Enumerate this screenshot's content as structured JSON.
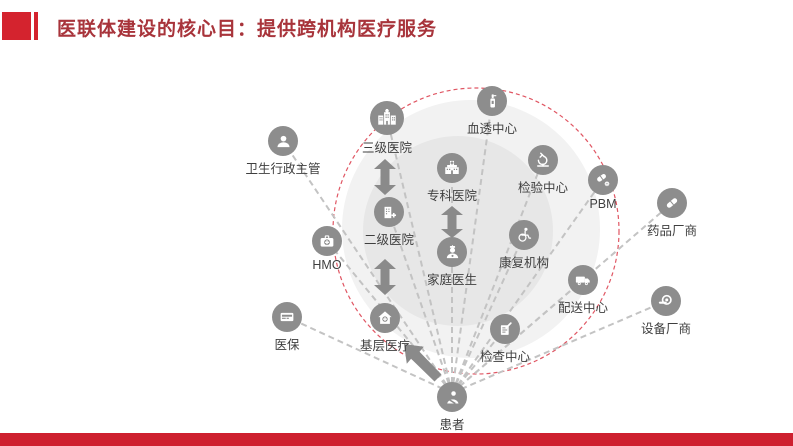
{
  "slide": {
    "title": "医联体建设的核心目：提供跨机构医疗服务",
    "accent_color": "#d4232e",
    "title_color": "#a8343b",
    "footer_bar_color": "#ce202f"
  },
  "diagram": {
    "nodes": [
      {
        "id": "health-admin",
        "label": "卫生行政主管",
        "icon": "person-icon"
      },
      {
        "id": "tertiary-hospital",
        "label": "三级医院",
        "icon": "hospital-buildings-icon"
      },
      {
        "id": "hemodialysis-center",
        "label": "血透中心",
        "icon": "iv-bottle-icon"
      },
      {
        "id": "specialty-hospital",
        "label": "专科医院",
        "icon": "hospital-cross-icon"
      },
      {
        "id": "testing-center",
        "label": "检验中心",
        "icon": "microscope-icon"
      },
      {
        "id": "pbm",
        "label": "PBM",
        "icon": "pill-gear-icon"
      },
      {
        "id": "secondary-hospital",
        "label": "二级医院",
        "icon": "building-plus-icon"
      },
      {
        "id": "hmo",
        "label": "HMO",
        "icon": "first-aid-kit-icon"
      },
      {
        "id": "family-doctor",
        "label": "家庭医生",
        "icon": "doctor-icon"
      },
      {
        "id": "rehab-institution",
        "label": "康复机构",
        "icon": "wheelchair-icon"
      },
      {
        "id": "drug-manufacturer",
        "label": "药品厂商",
        "icon": "capsule-icon"
      },
      {
        "id": "delivery-center",
        "label": "配送中心",
        "icon": "truck-icon"
      },
      {
        "id": "medical-insurance",
        "label": "医保",
        "icon": "insurance-card-icon"
      },
      {
        "id": "primary-care",
        "label": "基层医疗",
        "icon": "house-plus-icon"
      },
      {
        "id": "exam-center",
        "label": "检查中心",
        "icon": "checklist-icon"
      },
      {
        "id": "equipment-manufacturer",
        "label": "设备厂商",
        "icon": "mri-scanner-icon"
      },
      {
        "id": "patient",
        "label": "患者",
        "icon": "patient-icon"
      }
    ],
    "relations": {
      "dashed_links_from_patient_to": [
        "卫生行政主管",
        "三级医院",
        "血透中心",
        "专科医院",
        "检验中心",
        "PBM",
        "二级医院",
        "HMO",
        "家庭医生",
        "康复机构",
        "药品厂商",
        "配送中心",
        "医保",
        "检查中心",
        "设备厂商"
      ],
      "solid_arrow_from_patient_to": "基层医疗",
      "two_way_referral_arrows": [
        "三级医院 ↔ 二级医院",
        "二级医院 ↔ 基层医疗",
        "专科医院 ↔ 家庭医生"
      ]
    },
    "colors": {
      "node_circle": "#8d8d8d",
      "label_text": "#3f3f3f",
      "dashed_link": "#c3c3c3",
      "boundary_dashed_circle": "#e05663",
      "outer_blob": "#f2f2f2",
      "inner_blob": "#e7e7e7",
      "arrow": "#8a8a8a"
    }
  }
}
